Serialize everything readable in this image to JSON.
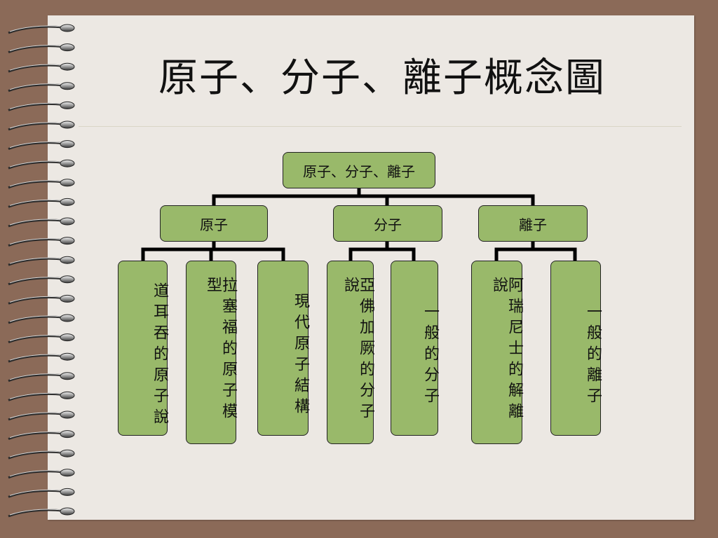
{
  "slide": {
    "title": "原子、分子、離子概念圖"
  },
  "diagram": {
    "root": {
      "label": "原子、分子、離子"
    },
    "branches": [
      {
        "label": "原子",
        "children": [
          "道耳吞的原子說",
          "拉塞福的原子模型",
          "現代原子結構"
        ]
      },
      {
        "label": "分子",
        "children": [
          "亞佛加厥的分子說",
          "一般的分子"
        ]
      },
      {
        "label": "離子",
        "children": [
          "阿瑞尼士的解離說",
          "一般的離子"
        ]
      }
    ]
  },
  "colors": {
    "background": "#8b6a58",
    "paper": "#ece8e3",
    "node_fill": "#99b96a",
    "connector": "#000000"
  },
  "icons": {
    "binding": "spiral-ring-icon"
  }
}
